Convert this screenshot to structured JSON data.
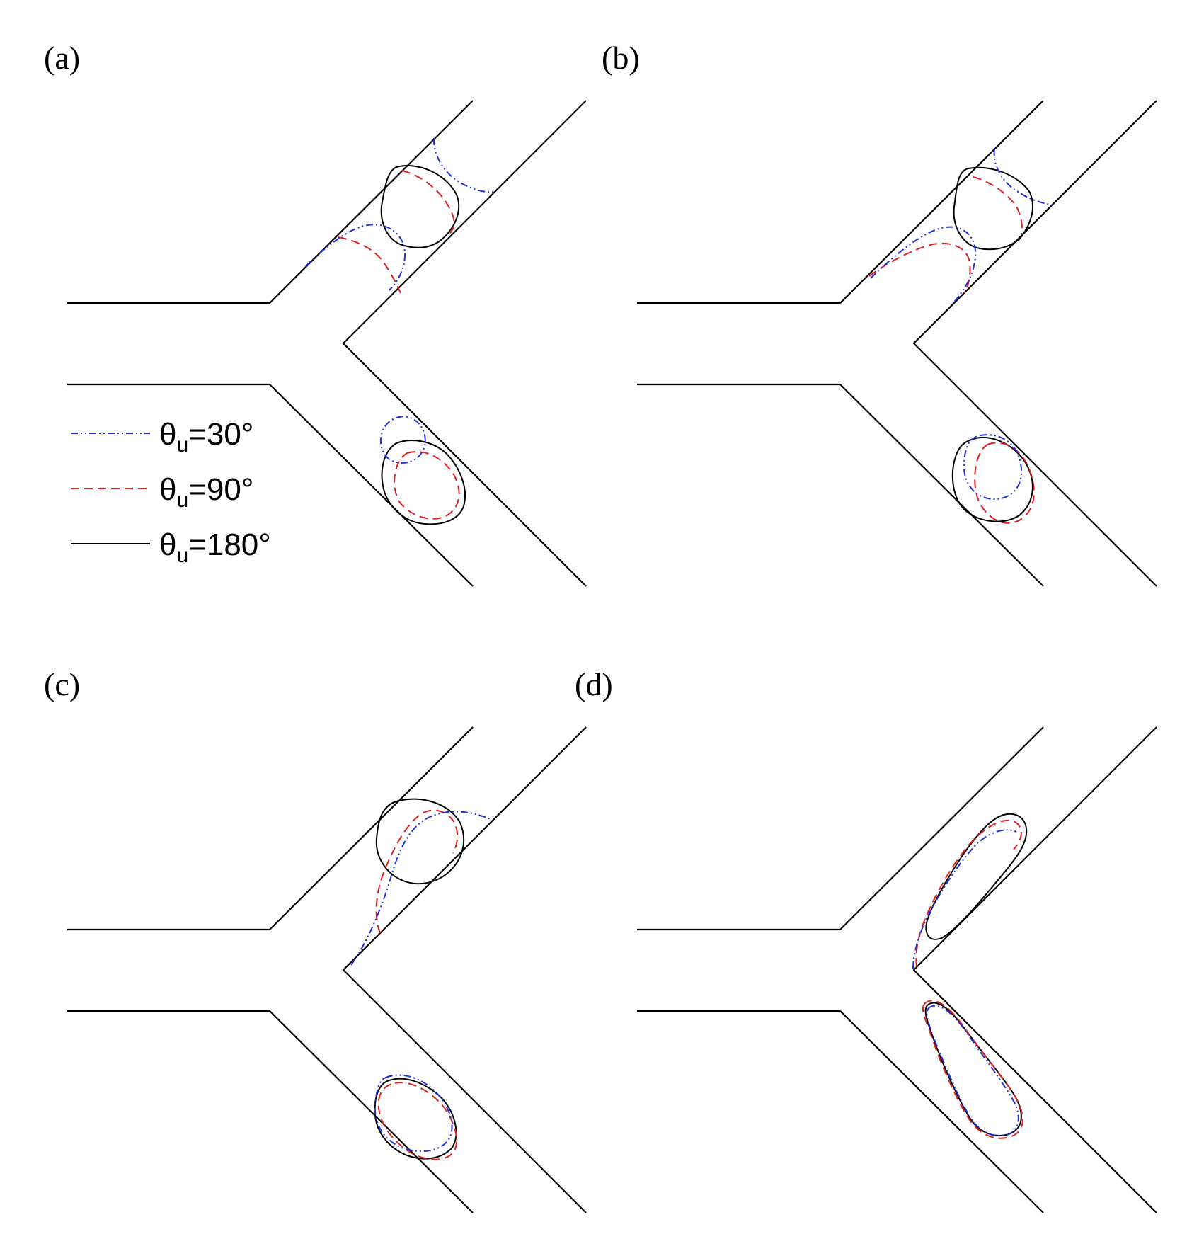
{
  "panels": [
    {
      "id": "a",
      "label": "(a)"
    },
    {
      "id": "b",
      "label": "(b)"
    },
    {
      "id": "c",
      "label": "(c)"
    },
    {
      "id": "d",
      "label": "(d)"
    }
  ],
  "legend": [
    {
      "theta": "θ",
      "sub": "u",
      "value": "=30°",
      "color": "#2030d8",
      "style": "dash-dot-dot"
    },
    {
      "theta": "θ",
      "sub": "u",
      "value": "=90°",
      "color": "#e02020",
      "style": "dashed"
    },
    {
      "theta": "θ",
      "sub": "u",
      "value": "=180°",
      "color": "#000000",
      "style": "solid"
    }
  ]
}
